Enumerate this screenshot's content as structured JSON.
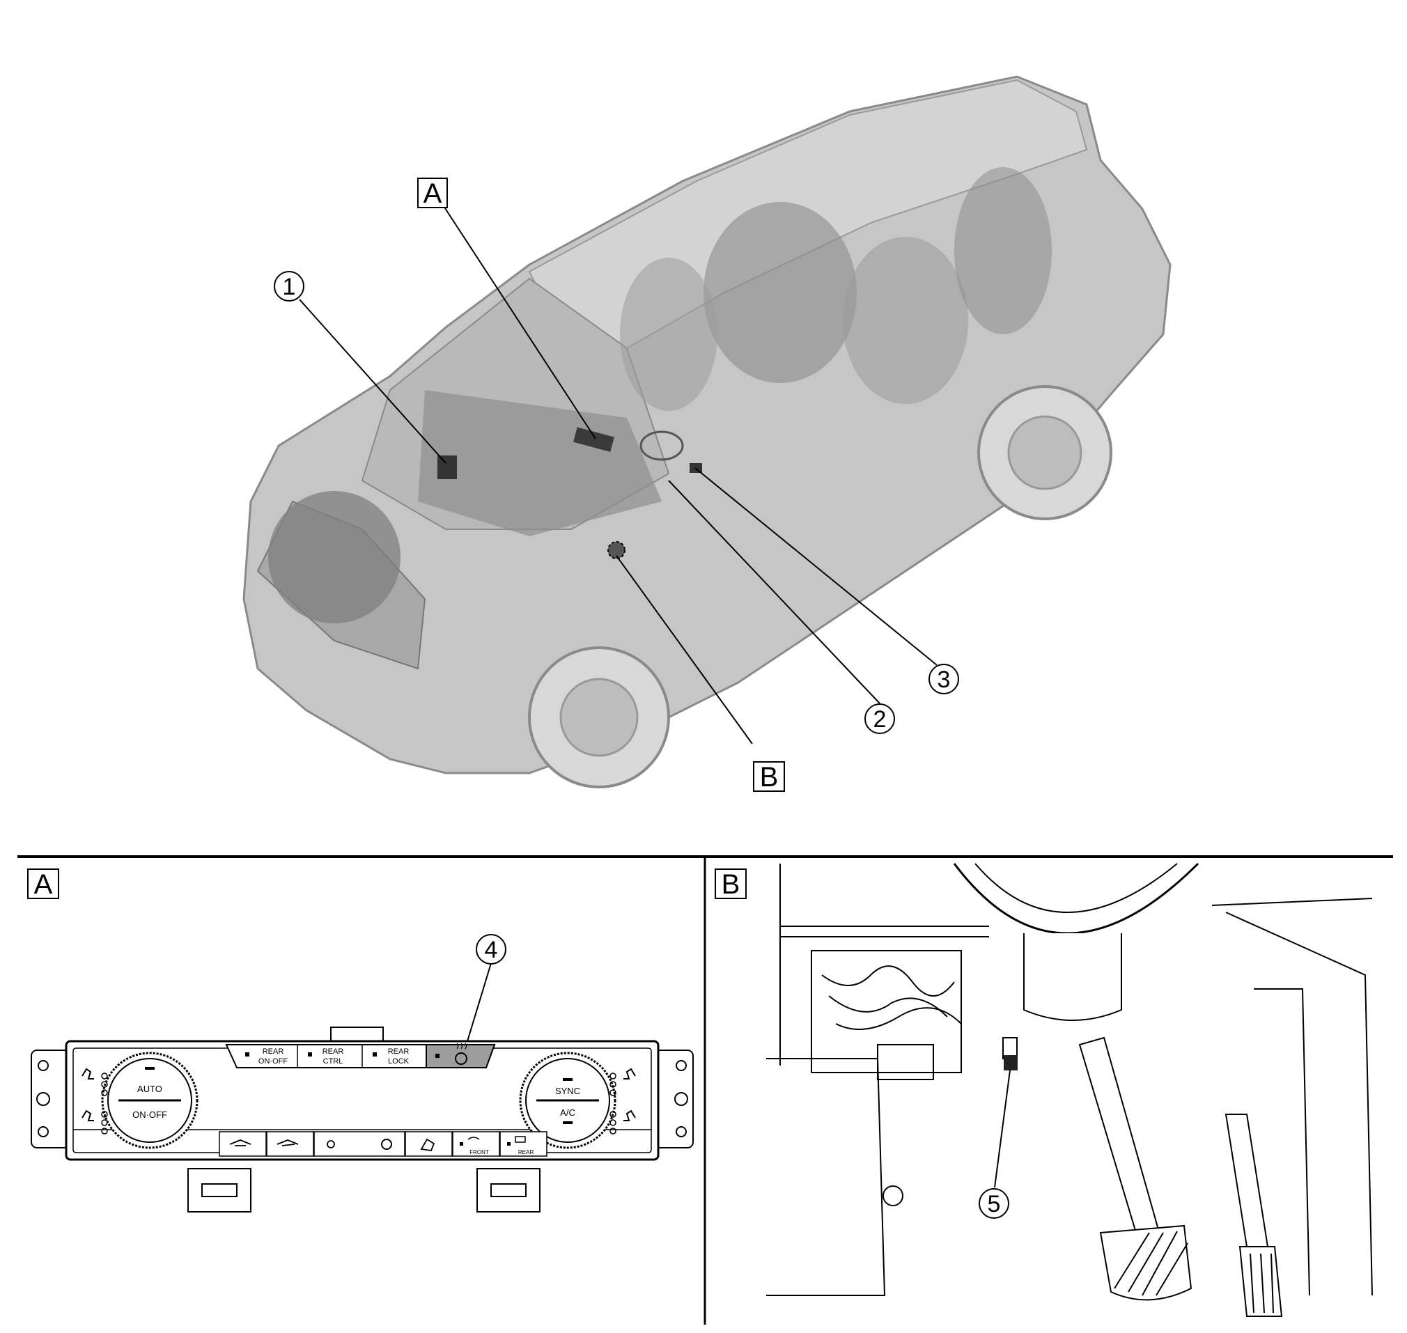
{
  "overview": {
    "callouts": [
      "1",
      "2",
      "3"
    ],
    "detail_refs": [
      "A",
      "B"
    ]
  },
  "detail_a": {
    "box_label": "A",
    "callout": "4",
    "top_buttons": [
      {
        "line1": "REAR",
        "line2": "ON·OFF"
      },
      {
        "line1": "REAR",
        "line2": "CTRL"
      },
      {
        "line1": "REAR",
        "line2": "LOCK"
      }
    ],
    "left_knob": {
      "top": "AUTO",
      "bottom": "ON·OFF"
    },
    "right_knob": {
      "top": "SYNC",
      "bottom": "A/C"
    },
    "bottom_buttons": [
      "FRONT",
      "REAR"
    ]
  },
  "detail_b": {
    "box_label": "B",
    "callout": "5"
  }
}
